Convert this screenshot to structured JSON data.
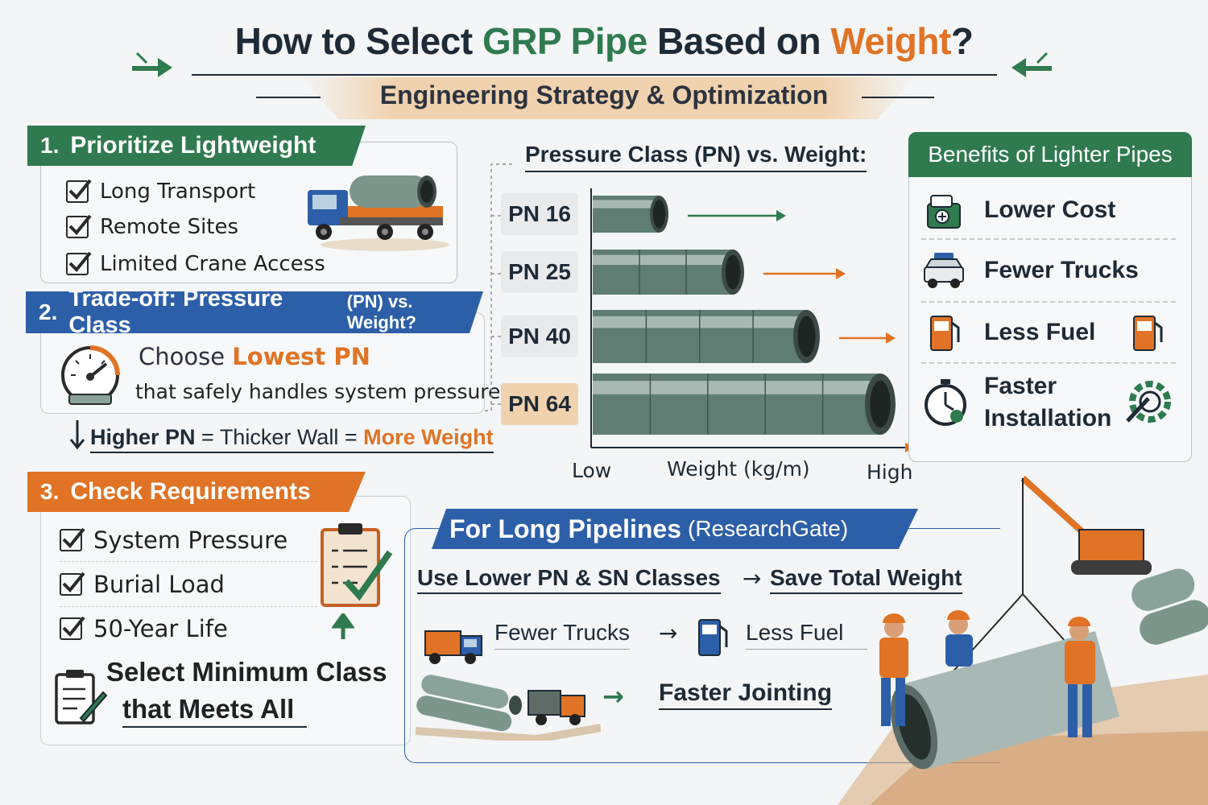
{
  "header": {
    "title_a": "How to Select ",
    "title_b": "GRP Pipe",
    "title_c": " Based on ",
    "title_d": "Weight",
    "title_e": "?",
    "subtitle": "Engineering Strategy & Optimization"
  },
  "section1": {
    "number": "1.",
    "title": "Prioritize Lightweight",
    "items": [
      "Long Transport",
      "Remote Sites",
      "Limited Crane Access"
    ]
  },
  "section2": {
    "number": "2.",
    "title_a": "Trade-off: Pressure Class ",
    "title_b": "(PN) vs. Weight?",
    "choose_a": "Choose ",
    "choose_b": "Lowest PN",
    "choose_line2": "that safely handles system pressure",
    "rule_a": "Higher PN",
    "rule_b": " = Thicker Wall = ",
    "rule_c": "More Weight"
  },
  "section3": {
    "number": "3.",
    "title": "Check Requirements",
    "items": [
      "System Pressure",
      "Burial Load",
      "50-Year Life"
    ],
    "select_line1": "Select Minimum Class",
    "select_line2": "that Meets All"
  },
  "chart_data": {
    "type": "bar",
    "title": "Pressure Class (PN) vs. Weight:",
    "categories": [
      "PN 16",
      "PN 25",
      "PN 40",
      "PN 64"
    ],
    "values": [
      1,
      2,
      3,
      4
    ],
    "xlabel": "Weight (kg/m)",
    "x_low_label": "Low",
    "x_high_label": "High",
    "xlim": [
      0,
      4
    ]
  },
  "benefits": {
    "title": "Benefits of Lighter Pipes",
    "items": [
      "Lower Cost",
      "Fewer Trucks",
      "Less Fuel",
      "Faster Installation"
    ]
  },
  "long_pipelines": {
    "title_a": "For Long Pipelines ",
    "title_b": "(ResearchGate)",
    "line1_a": "Use Lower PN & SN Classes",
    "line1_b": "Save Total Weight",
    "line2_a": "Fewer Trucks",
    "line2_b": "Less Fuel",
    "line3": "Faster Jointing"
  },
  "colors": {
    "green": "#2f7a4f",
    "blue": "#2d5fa8",
    "orange": "#e07325",
    "pipe": "#5f7d72"
  }
}
